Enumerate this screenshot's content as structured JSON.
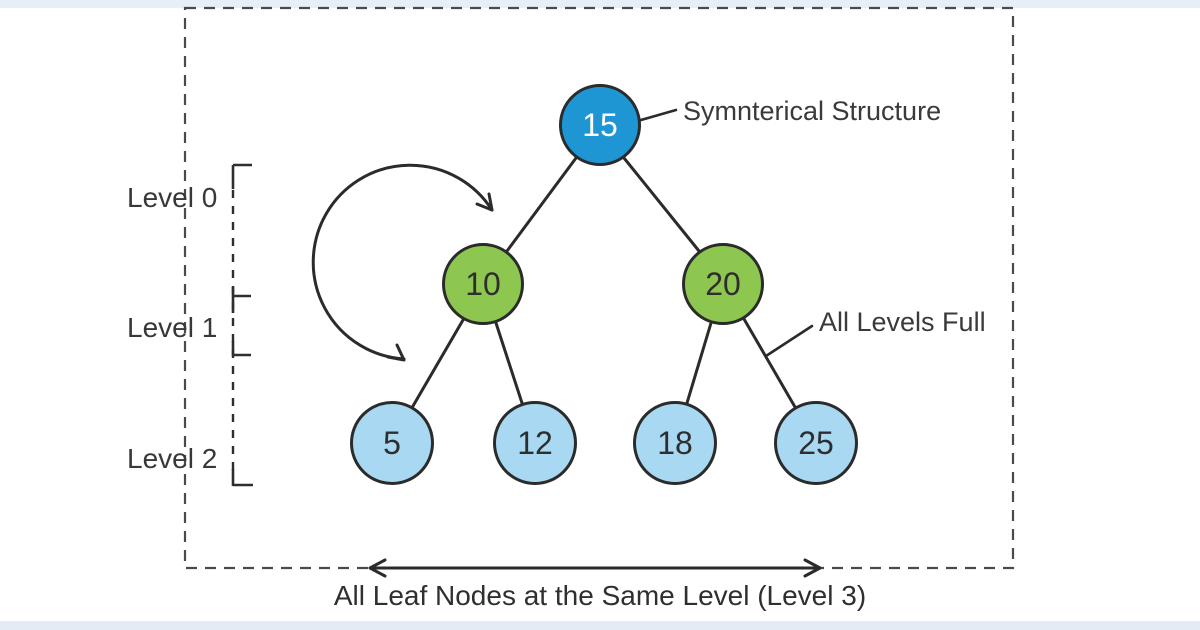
{
  "figure": {
    "kind": "perfect-binary-tree-diagram",
    "annotations": {
      "root_note": "Symnterical Structure",
      "levels_note": "All Levels Full",
      "bottom_caption": "All Leaf Nodes at the Same Level (Level 3)"
    },
    "level_labels": [
      {
        "label": "Level 0"
      },
      {
        "label": "Level 1"
      },
      {
        "label": "Level 2"
      }
    ],
    "tree": {
      "nodes": [
        {
          "value": "15",
          "role": "root",
          "level": 0
        },
        {
          "value": "10",
          "role": "internal",
          "level": 1
        },
        {
          "value": "20",
          "role": "internal",
          "level": 1
        },
        {
          "value": "5",
          "role": "leaf",
          "level": 2
        },
        {
          "value": "12",
          "role": "leaf",
          "level": 2
        },
        {
          "value": "18",
          "role": "leaf",
          "level": 2
        },
        {
          "value": "25",
          "role": "leaf",
          "level": 2
        }
      ],
      "edges": [
        "15-10",
        "15-20",
        "10-5",
        "10-12",
        "20-18",
        "20-25"
      ]
    }
  },
  "colors": {
    "root_fill": "#1e96d4",
    "internal_fill": "#8ec750",
    "leaf_fill": "#a9d9f2",
    "stroke": "#2b2b2b",
    "dash_stroke": "#4a4a4a",
    "text_dark": "#2e2e2e",
    "root_text": "#ffffff",
    "edge_tint": "#e8eef8"
  }
}
